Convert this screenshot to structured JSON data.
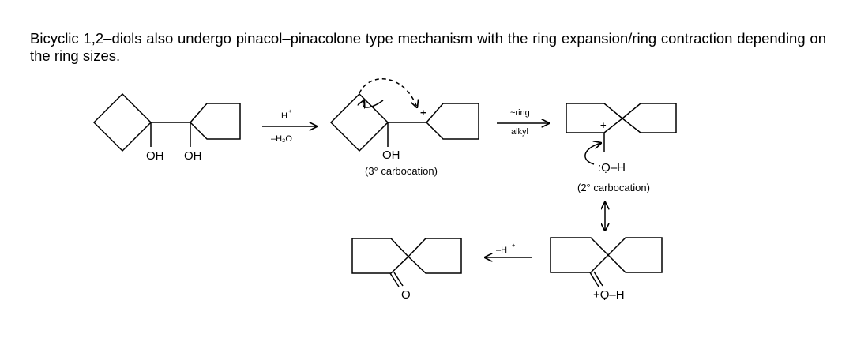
{
  "intro_text": "Bicyclic 1,2–diols also undergo pinacol–pinacolone type mechanism with the ring expansion/ring contraction depending on the ring sizes.",
  "diol": {
    "oh_left": "OH",
    "oh_right": "OH"
  },
  "step1": {
    "reagent_top": "H",
    "reagent_top_sup": "+",
    "reagent_bottom": "–H₂O"
  },
  "carbocation_3": {
    "oh": "OH",
    "caption": "(3° carbocation)",
    "charge": "+"
  },
  "step2": {
    "reagent_top": "~ring",
    "reagent_bottom": "alkyl"
  },
  "carbocation_2": {
    "charge": "+",
    "oh": ":Ọ–H",
    "caption": "(2° carbocation)"
  },
  "oxonium": {
    "charge_oh": "+Ọ–H"
  },
  "step3": {
    "reagent": "–H",
    "reagent_sup": "+"
  },
  "product": {
    "oxygen": "O"
  }
}
